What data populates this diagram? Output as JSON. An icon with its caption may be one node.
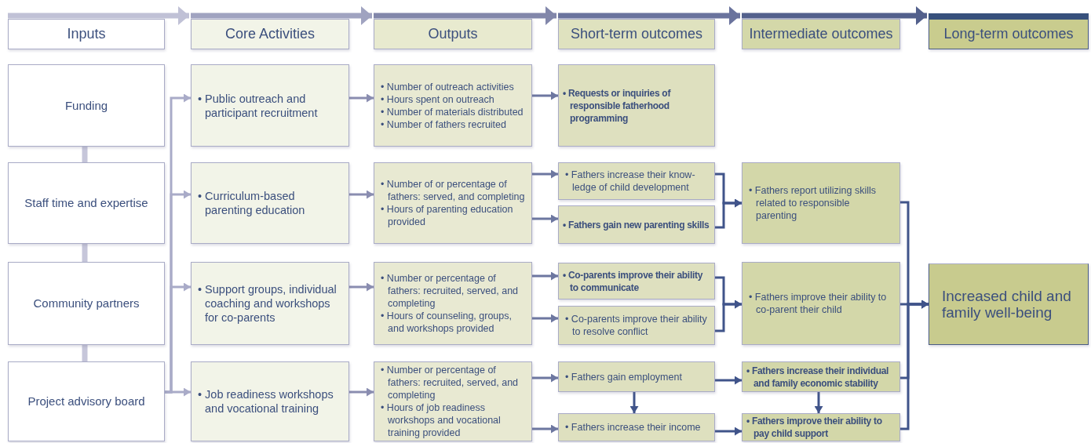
{
  "diagram": {
    "nodes": [
      {
        "text": [
          "Inputs"
        ]
      },
      {
        "text": [
          "Core Activities"
        ]
      },
      {
        "text": [
          "Outputs"
        ]
      },
      {
        "text": [
          "Short-term outcomes"
        ]
      },
      {
        "text": [
          "Intermediate outcomes"
        ]
      },
      {
        "text": [
          "Long-term outcomes"
        ]
      },
      {
        "text": [
          "Funding"
        ]
      },
      {
        "text": [
          "Staff time and expertise"
        ]
      },
      {
        "text": [
          "Community partners"
        ]
      },
      {
        "text": [
          "Project advisory board"
        ]
      },
      {
        "text": [
          "• Public outreach and participant recruitment"
        ]
      },
      {
        "text": [
          "• Curriculum-based parenting education"
        ]
      },
      {
        "text": [
          "• Support groups, individual coaching and workshops for co-parents"
        ]
      },
      {
        "text": [
          "• Job readiness workshops and vocational training"
        ]
      },
      {
        "text": [
          "• Number of outreach activities",
          "• Hours spent on outreach",
          "• Number of materials distributed",
          "• Number of fathers recruited"
        ]
      },
      {
        "text": [
          "• Number of or percentage of fathers: served, and completing",
          "• Hours of parenting education provided"
        ]
      },
      {
        "text": [
          "• Number or percentage of fathers: recruited, served, and completing",
          "• Hours of counseling, groups, and workshops provided"
        ]
      },
      {
        "text": [
          "• Number or percentage of fathers: recruited, served, and completing",
          "• Hours of job readiness workshops and vocational training provided"
        ]
      },
      {
        "text": [
          "• Requests or inquiries of responsible fatherhood programming"
        ]
      },
      {
        "text": [
          "• Fathers increase their know-ledge of child development"
        ]
      },
      {
        "text": [
          "• Fathers gain new parenting skills"
        ]
      },
      {
        "text": [
          "• Co-parents improve their ability to communicate"
        ]
      },
      {
        "text": [
          "• Co-parents improve their ability to resolve conflict"
        ]
      },
      {
        "text": [
          "• Fathers gain employment"
        ]
      },
      {
        "text": [
          "• Fathers increase their income"
        ]
      },
      {
        "text": [
          "• Fathers report utilizing skills related to responsible parenting"
        ]
      },
      {
        "text": [
          "• Fathers improve their ability to co-parent their child"
        ]
      },
      {
        "text": [
          "• Fathers increase their individual and family economic stability"
        ]
      },
      {
        "text": [
          "• Fathers improve their ability to pay child support"
        ]
      },
      {
        "text": [
          "Increased child and family well-being"
        ]
      }
    ],
    "edges": [
      {
        "from": 0,
        "to": 1,
        "arrow": "to",
        "style": "thick",
        "color": "#c0c1d6"
      },
      {
        "from": 1,
        "to": 2,
        "arrow": "to",
        "style": "thick",
        "color": "#a0a3c0"
      },
      {
        "from": 2,
        "to": 3,
        "arrow": "to",
        "style": "thick",
        "color": "#8287aa"
      },
      {
        "from": 3,
        "to": 4,
        "arrow": "to",
        "style": "thick",
        "color": "#6a739d"
      },
      {
        "from": 4,
        "to": 5,
        "arrow": "to",
        "style": "thick",
        "color": "#53608c"
      },
      {
        "from": 6,
        "to": 7,
        "arrow": "none",
        "style": "thick",
        "color": "#c6c6da"
      },
      {
        "from": 7,
        "to": 8,
        "arrow": "none",
        "style": "thick",
        "color": "#c6c6da"
      },
      {
        "from": 8,
        "to": 9,
        "arrow": "none",
        "style": "thick",
        "color": "#c6c6da"
      },
      {
        "from": 9,
        "to": 10,
        "arrow": "to",
        "color": "#a9abc8"
      },
      {
        "from": 9,
        "to": 11,
        "arrow": "to",
        "color": "#a9abc8"
      },
      {
        "from": 9,
        "to": 12,
        "arrow": "to",
        "color": "#a9abc8"
      },
      {
        "from": 9,
        "to": 13,
        "arrow": "to",
        "color": "#a9abc8"
      },
      {
        "from": 10,
        "to": 14,
        "arrow": "to",
        "color": "#8a8db0"
      },
      {
        "from": 11,
        "to": 15,
        "arrow": "to",
        "color": "#8a8db0"
      },
      {
        "from": 12,
        "to": 16,
        "arrow": "to",
        "color": "#8a8db0"
      },
      {
        "from": 13,
        "to": 17,
        "arrow": "to",
        "color": "#8a8db0"
      },
      {
        "from": 14,
        "to": 18,
        "arrow": "to",
        "color": "#6d77a0"
      },
      {
        "from": 15,
        "to": 19,
        "arrow": "to",
        "color": "#6d77a0"
      },
      {
        "from": 15,
        "to": 20,
        "arrow": "to",
        "color": "#6d77a0"
      },
      {
        "from": 16,
        "to": 21,
        "arrow": "to",
        "color": "#6d77a0"
      },
      {
        "from": 16,
        "to": 22,
        "arrow": "to",
        "color": "#6d77a0"
      },
      {
        "from": 17,
        "to": 23,
        "arrow": "to",
        "color": "#6d77a0"
      },
      {
        "from": 17,
        "to": 24,
        "arrow": "to",
        "color": "#6d77a0"
      },
      {
        "from": 19,
        "to": 25,
        "arrow": "to"
      },
      {
        "from": 20,
        "to": 25,
        "arrow": "to"
      },
      {
        "from": 21,
        "to": 26,
        "arrow": "to"
      },
      {
        "from": 22,
        "to": 26,
        "arrow": "to"
      },
      {
        "from": 23,
        "to": 27,
        "arrow": "to"
      },
      {
        "from": 24,
        "to": 28,
        "arrow": "to"
      },
      {
        "from": 23,
        "to": 24,
        "arrow": "to"
      },
      {
        "from": 27,
        "to": 28,
        "arrow": "to"
      },
      {
        "from": 25,
        "to": 29,
        "arrow": "to"
      },
      {
        "from": 26,
        "to": 29,
        "arrow": "to"
      },
      {
        "from": 27,
        "to": 29,
        "arrow": "to"
      },
      {
        "from": 28,
        "to": 29,
        "arrow": "to"
      }
    ]
  }
}
